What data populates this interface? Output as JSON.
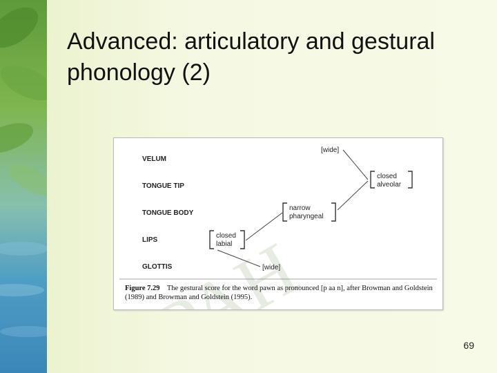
{
  "slide": {
    "title": "Advanced: articulatory and gestural phonology (2)",
    "page_number": "69"
  },
  "figure": {
    "watermark": "PAH",
    "tiers": [
      "VELUM",
      "TONGUE TIP",
      "TONGUE BODY",
      "LIPS",
      "GLOTTIS"
    ],
    "gestures": {
      "velum_wide": "[wide]",
      "tip_line1": "closed",
      "tip_line2": "alveolar",
      "body_line1": "narrow",
      "body_line2": "pharyngeal",
      "lips_line1": "closed",
      "lips_line2": "labial",
      "glottis_wide": "[wide]"
    },
    "caption": {
      "label": "Figure 7.29",
      "text": "The gestural score for the word pawn as pronounced [p aa n], after Browman and Goldstein (1989) and Browman and Goldstein (1995)."
    }
  },
  "colors": {
    "title": "#111111",
    "figure_line": "#444444",
    "watermark": "#e6ece2"
  }
}
